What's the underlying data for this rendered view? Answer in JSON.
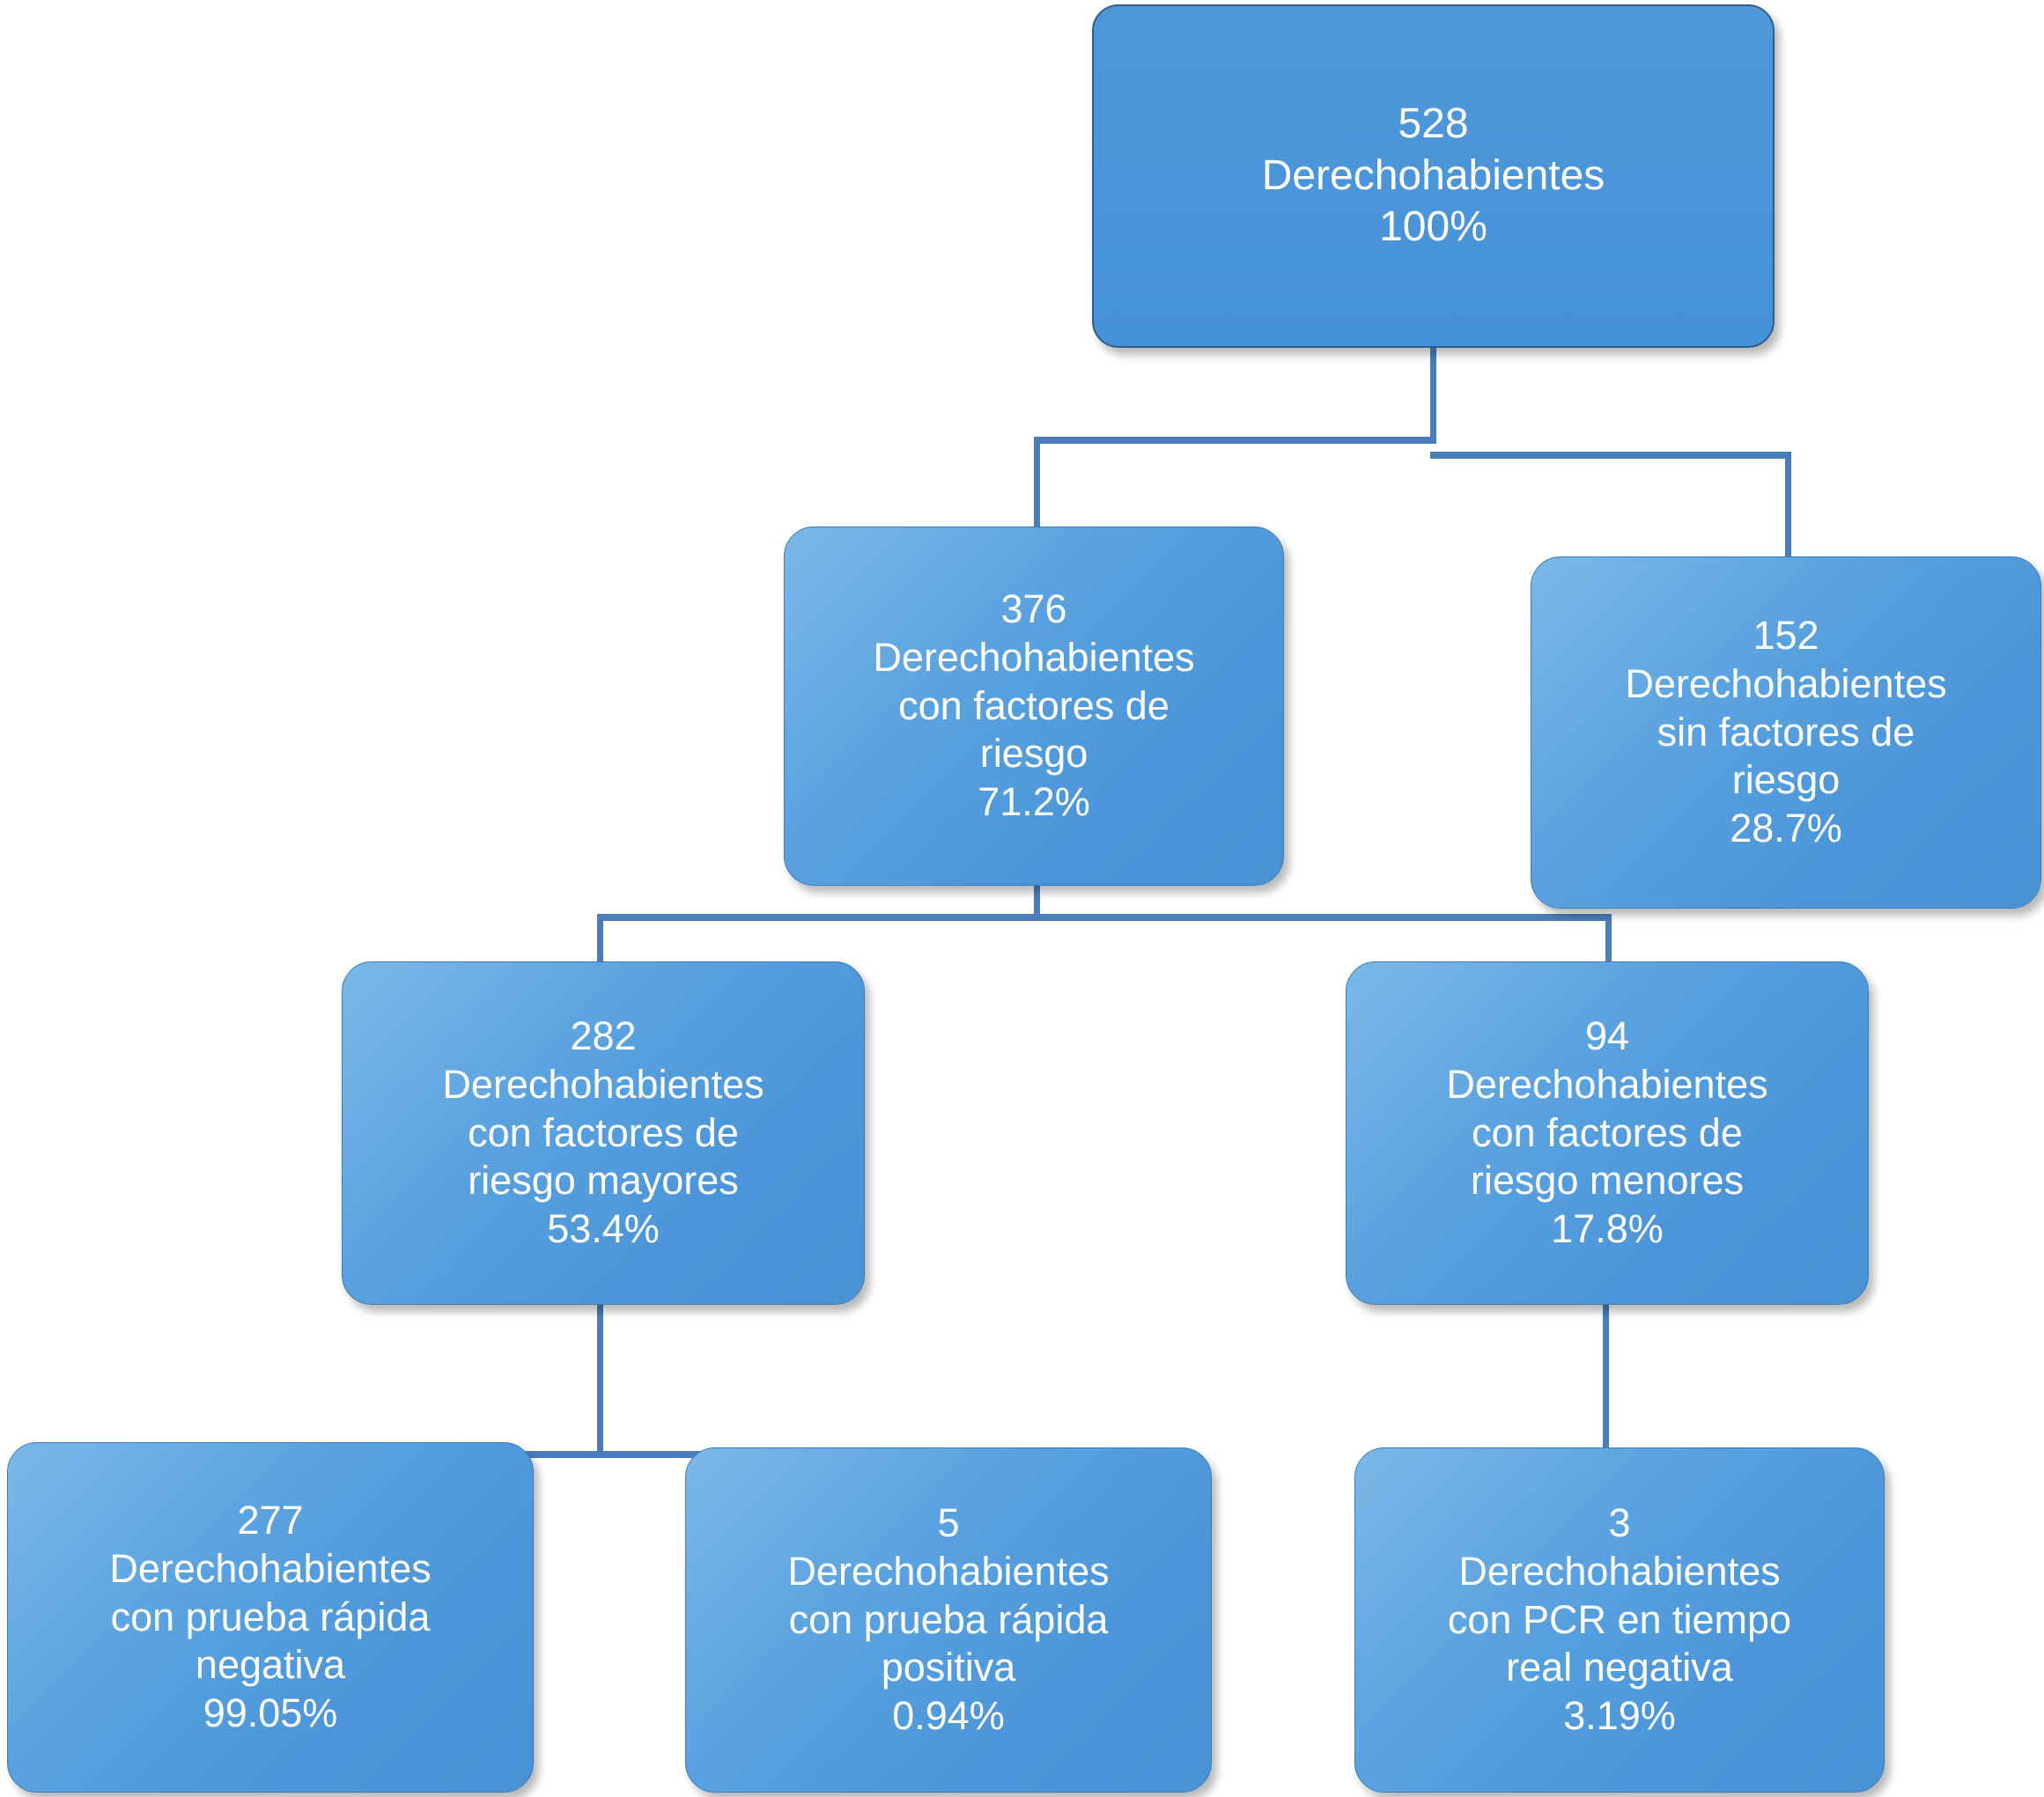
{
  "diagram": {
    "type": "flowchart-tree",
    "unit_label": "Derechohabientes",
    "colors": {
      "node_fill": "#4A95D9",
      "node_fill_light": "#7CB8E8",
      "node_border": "#3B7CB8",
      "connector": "#4A7EBB",
      "text": "#FFFFFF",
      "background": "#FFFFFF"
    },
    "nodes": [
      {
        "id": "root",
        "count": "528",
        "label": "Derechohabientes",
        "percent": "100%",
        "detail": ""
      },
      {
        "id": "con-factores",
        "count": "376",
        "label": "Derechohabientes",
        "detail": "con factores de\nriesgo",
        "percent": "71.2%"
      },
      {
        "id": "sin-factores",
        "count": "152",
        "label": "Derechohabientes",
        "detail": "sin factores de\nriesgo",
        "percent": "28.7%"
      },
      {
        "id": "riesgo-mayores",
        "count": "282",
        "label": "Derechohabientes",
        "detail": "con factores de\nriesgo mayores",
        "percent": "53.4%"
      },
      {
        "id": "riesgo-menores",
        "count": "94",
        "label": "Derechohabientes",
        "detail": "con factores de\nriesgo menores",
        "percent": "17.8%"
      },
      {
        "id": "prueba-rapida-negativa",
        "count": "277",
        "label": "Derechohabientes",
        "detail": "con prueba rápida\nnegativa",
        "percent": "99.05%"
      },
      {
        "id": "prueba-rapida-positiva",
        "count": "5",
        "label": "Derechohabientes",
        "detail": "con prueba rápida\npositiva",
        "percent": "0.94%"
      },
      {
        "id": "pcr-tiempo-real-negativa",
        "count": "3",
        "label": "Derechohabientes",
        "detail": "con PCR en tiempo\nreal negativa",
        "percent": "3.19%"
      }
    ],
    "edges": [
      {
        "from": "root",
        "to": "con-factores"
      },
      {
        "from": "root",
        "to": "sin-factores"
      },
      {
        "from": "con-factores",
        "to": "riesgo-mayores"
      },
      {
        "from": "con-factores",
        "to": "riesgo-menores"
      },
      {
        "from": "riesgo-mayores",
        "to": "prueba-rapida-negativa"
      },
      {
        "from": "riesgo-mayores",
        "to": "prueba-rapida-positiva"
      },
      {
        "from": "riesgo-menores",
        "to": "pcr-tiempo-real-negativa"
      }
    ]
  }
}
